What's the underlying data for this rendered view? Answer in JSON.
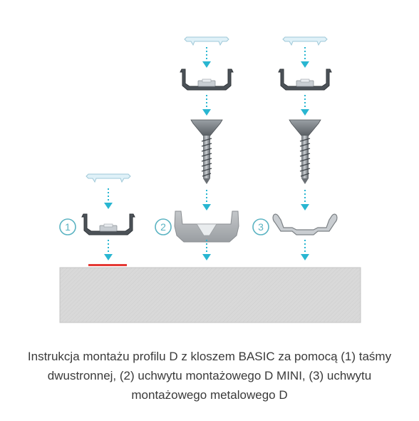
{
  "caption": "Instrukcja montażu profilu D z kloszem BASIC za pomocą (1) taśmy dwustronnej, (2) uchwytu montażowego D MINI, (3) uchwytu montażowego metalowego D",
  "steps": [
    {
      "number": "1",
      "method": "taśmy dwustronnej"
    },
    {
      "number": "2",
      "method": "uchwytu montażowego D MINI"
    },
    {
      "number": "3",
      "method": "uchwytu montażowego metalowego D"
    }
  ],
  "colors": {
    "arrow": "#29b6d1",
    "step_circle": "#5ab3c2",
    "tape": "#e53935",
    "surface": "#d6d6d6",
    "profile": "#4a4f55",
    "diffuser": "#d8eef7"
  },
  "icons": [
    "diffuser-cover",
    "aluminium-profile",
    "screw",
    "mounting-clip-d-mini",
    "metal-mounting-clip-d",
    "double-sided-tape",
    "mounting-surface",
    "down-arrow"
  ]
}
